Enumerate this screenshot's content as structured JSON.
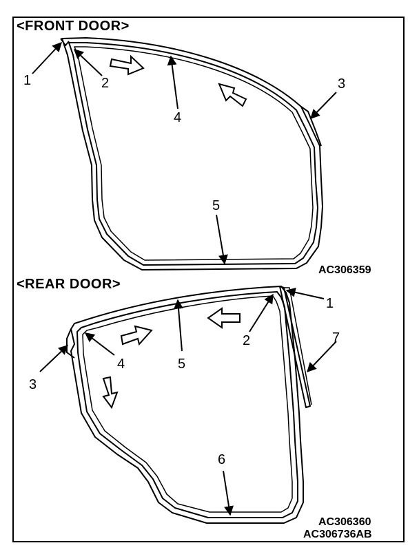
{
  "front": {
    "title": "<FRONT DOOR>",
    "figure_code": "AC306359",
    "callouts": [
      "1",
      "2",
      "3",
      "4",
      "5"
    ]
  },
  "rear": {
    "title": "<REAR DOOR>",
    "figure_code": "AC306360",
    "callouts": [
      "1",
      "2",
      "3",
      "4",
      "5",
      "6",
      "7"
    ]
  },
  "document_code": "AC306736AB"
}
